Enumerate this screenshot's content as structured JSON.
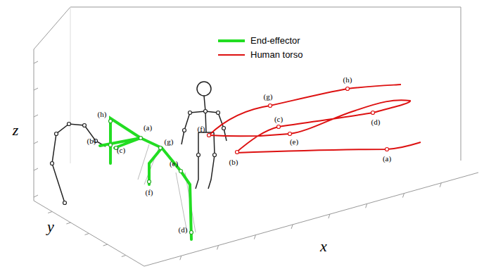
{
  "diagram": {
    "labels": [
      "z",
      "y",
      "x",
      "(h)",
      "(a)",
      "(b)",
      "(c)",
      "(g)",
      "(f)",
      "(e)",
      "(d)",
      "(g)",
      "(h)",
      "(f)",
      "(c)",
      "(d)",
      "(b)",
      "(e)",
      "(a)"
    ],
    "legend": [
      {
        "text": "End-effector"
      },
      {
        "text": "Human torso"
      }
    ]
  }
}
